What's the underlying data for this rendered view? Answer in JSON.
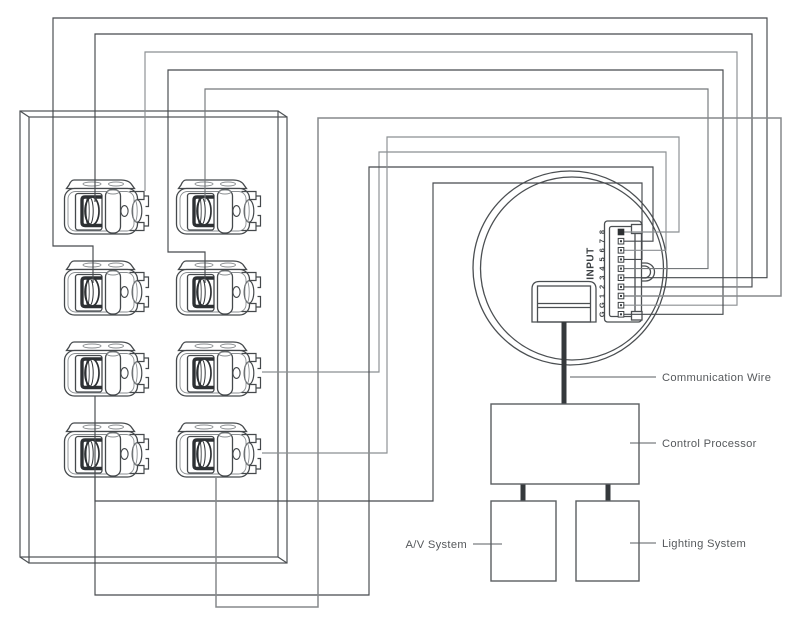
{
  "diagram": {
    "panel": {
      "keypad_rows": 4,
      "keypad_cols": 2,
      "keypad_count": 8
    },
    "hub": {
      "input_label": "INPUT",
      "terminals_top_to_bottom": [
        "8",
        "7",
        "6",
        "5",
        "4",
        "3",
        "2",
        "1",
        "G",
        "G"
      ]
    },
    "labels": {
      "communication_wire": "Communication Wire",
      "control_processor": "Control Processor",
      "av_system": "A/V System",
      "lighting_system": "Lighting System"
    },
    "colors": {
      "line_dark": "#46494d",
      "line_mid": "#74787b",
      "line_light": "#8b8f92",
      "cable_dark": "#35393c",
      "text": "#56595c"
    }
  }
}
